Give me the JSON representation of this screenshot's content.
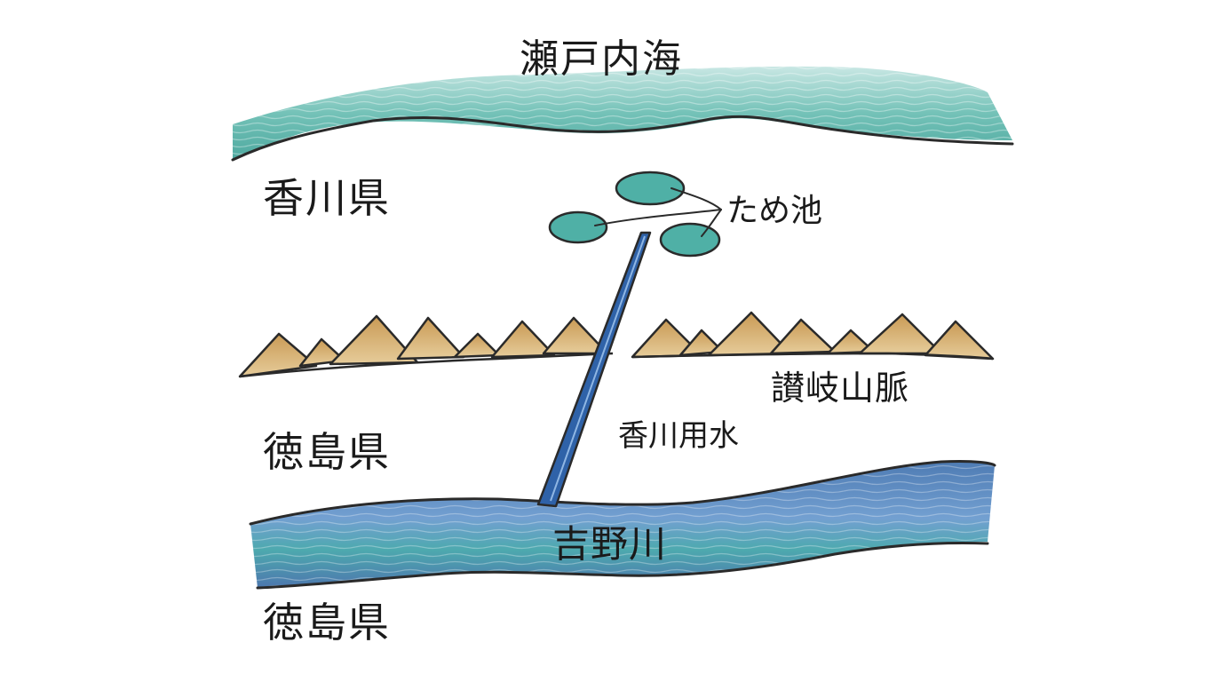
{
  "map": {
    "sea_label": "瀬戸内海",
    "kagawa_label": "香川県",
    "ponds_label": "ため池",
    "mountains_label": "讃岐山脈",
    "canal_label": "香川用水",
    "tokushima_north_label": "徳島県",
    "river_label": "吉野川",
    "tokushima_south_label": "徳島県"
  },
  "colors": {
    "sea": "#3aa39a",
    "pond": "#4fb0a6",
    "mountain": "#d8b47a",
    "river": "#3a6fb0",
    "canal": "#2f62a8",
    "outline": "#2a2a2a"
  },
  "icons": {
    "mountains": "mountain-triangles",
    "ponds": "pond-ellipses"
  }
}
